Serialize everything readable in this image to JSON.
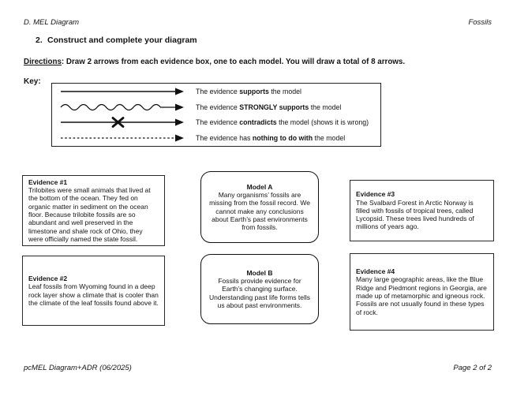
{
  "page": {
    "header_left": "D. MEL Diagram",
    "header_right": "Fossils",
    "section_number": "2.",
    "section_title": "Construct and complete your diagram",
    "directions_label": "Directions",
    "directions_text": ": Draw 2 arrows from each evidence box, one to each model. You will draw a total of 8 arrows.",
    "key_label": "Key:",
    "footer_left": "pcMEL Diagram+ADR (06/2025)",
    "footer_right": "Page 2 of 2"
  },
  "key": {
    "rows": [
      {
        "icon": "solid-arrow",
        "pre": "The evidence ",
        "bold": "supports",
        "post": " the model"
      },
      {
        "icon": "wavy-arrow",
        "pre": "The evidence ",
        "bold": "STRONGLY supports",
        "post": " the model"
      },
      {
        "icon": "x-arrow",
        "pre": "The evidence ",
        "bold": "contradicts",
        "post": " the model (shows it is wrong)"
      },
      {
        "icon": "dashed-arrow",
        "pre": "The evidence has ",
        "bold": "nothing to do with",
        "post": " the model"
      }
    ]
  },
  "boxes": {
    "evidence1": {
      "title": "Evidence #1",
      "text": "Trilobites were small animals that lived at the bottom of the ocean. They fed on organic matter in sediment on the ocean floor. Because trilobite fossils are so abundant and well preserved in the limestone and shale rock of Ohio, they were officially named the state fossil."
    },
    "evidence2": {
      "title": "Evidence #2",
      "text": "Leaf fossils from Wyoming found in a deep rock layer show a climate that is cooler than the climate of the leaf fossils found above it."
    },
    "evidence3": {
      "title": "Evidence #3",
      "text": "The Svalbard Forest in Arctic Norway is filled with fossils of tropical trees, called Lycopsid. These trees lived hundreds of millions of years ago."
    },
    "evidence4": {
      "title": "Evidence #4",
      "text": "Many large geographic areas, like the Blue Ridge and Piedmont regions in Georgia, are made up of metamorphic and igneous rock. Fossils are not usually found in these types of rock."
    },
    "modelA": {
      "title": "Model A",
      "text": "Many organisms’ fossils are missing from the fossil record. We cannot make any conclusions about Earth’s past environments from fossils."
    },
    "modelB": {
      "title": "Model B",
      "text": "Fossils provide evidence for Earth’s changing surface. Understanding past life forms tells us about past environments."
    }
  }
}
